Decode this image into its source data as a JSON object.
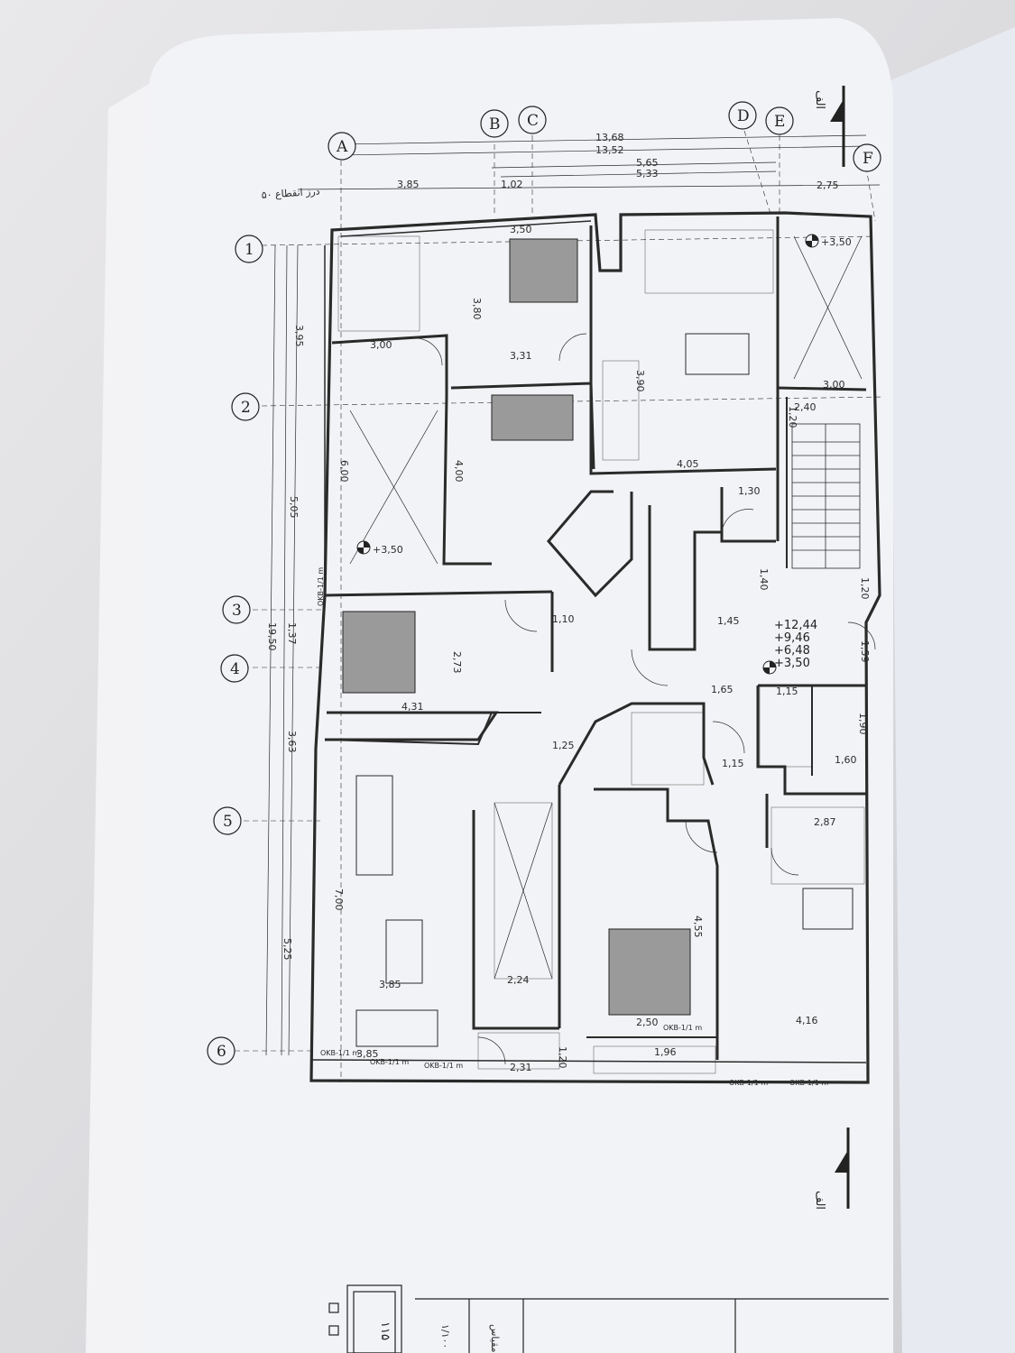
{
  "page": {
    "number": "۱۱۵",
    "scale_label": "مقیاس",
    "scale_value": "۱/۱۰۰"
  },
  "section_label": "۵۰ درز انقطاع",
  "section_marker": "الف",
  "column_axes": [
    "A",
    "B",
    "C",
    "D",
    "E",
    "F"
  ],
  "row_axes": [
    "1",
    "2",
    "3",
    "4",
    "5",
    "6"
  ],
  "top_dimensions": [
    "13,68",
    "13,52",
    "5,65",
    "5,33",
    "3,85",
    "1,02",
    "2,75"
  ],
  "left_dimensions": [
    "3,95",
    "5,05",
    "19,50",
    "1,37",
    "3,63",
    "5,25"
  ],
  "room_dimensions": [
    "3,50",
    "3,80",
    "3,00",
    "3,31",
    "2,40",
    "6,00",
    "4,00",
    "3,90",
    "4,05",
    "1,30",
    "1,10",
    "1,40",
    "1,45",
    "1,65",
    "2,73",
    "4,31",
    "1,25",
    "1,15",
    "1,15",
    "1,90",
    "1,60",
    "2,87",
    "7,00",
    "3,85",
    "2,24",
    "4,55",
    "2,50",
    "4,16",
    "3,85",
    "2,31",
    "1,20",
    "1,96",
    "3,00",
    "1,20",
    "1,20",
    "1,59"
  ],
  "levels": [
    "+12,44",
    "+9,46",
    "+6,48",
    "+3,50"
  ],
  "level_marks": [
    "+3,50",
    "+3,50"
  ],
  "window_tags": [
    "OKB-1/1 m",
    "OKB-1/1 m",
    "OKB-1/1 m",
    "OKB-1/1 m",
    "OKB-1/1 m",
    "OKB-1/1 m",
    "OKB-1/1 m"
  ]
}
